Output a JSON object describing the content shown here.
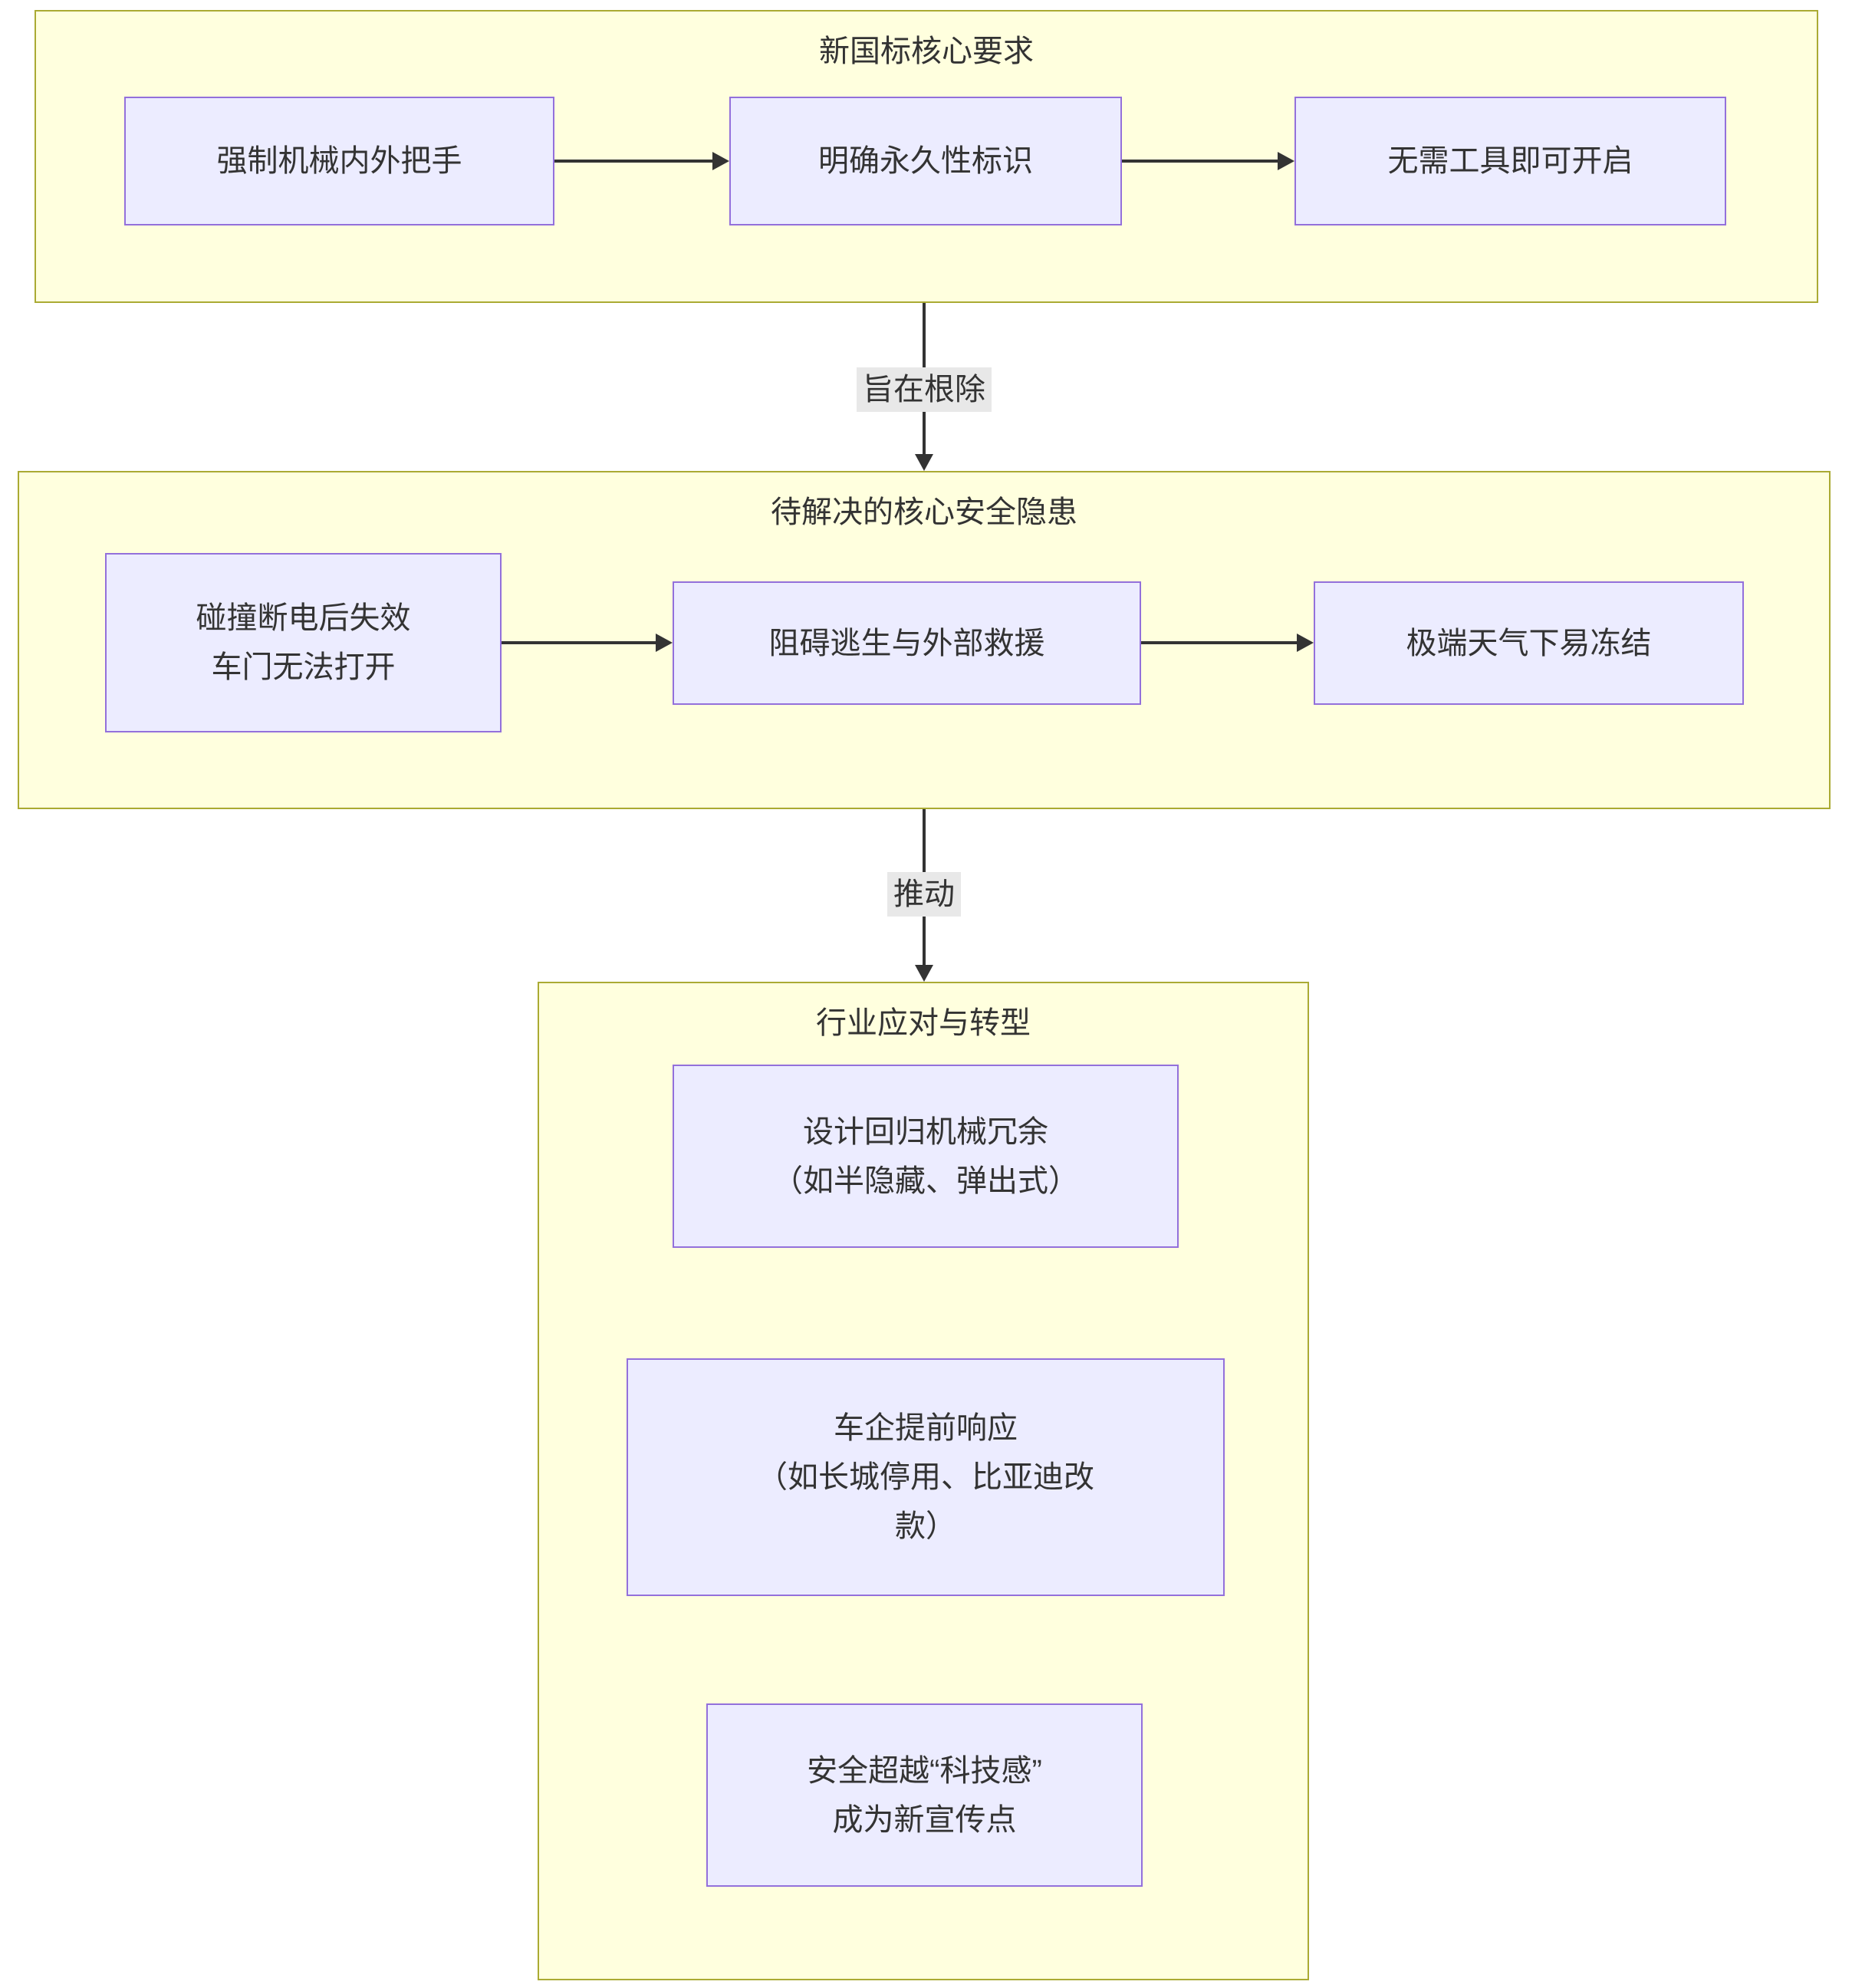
{
  "diagram": {
    "groups": [
      {
        "title": "新国标核心要求",
        "nodes": [
          {
            "text": "强制机械内外把手"
          },
          {
            "text": "明确永久性标识"
          },
          {
            "text": "无需工具即可开启"
          }
        ]
      },
      {
        "title": "待解决的核心安全隐患",
        "nodes": [
          {
            "text": "碰撞断电后失效\n车门无法打开"
          },
          {
            "text": "阻碍逃生与外部救援"
          },
          {
            "text": "极端天气下易冻结"
          }
        ]
      },
      {
        "title": "行业应对与转型",
        "nodes": [
          {
            "text": "设计回归机械冗余\n（如半隐藏、弹出式）"
          },
          {
            "text": "车企提前响应\n（如长城停用、比亚迪改\n款）"
          },
          {
            "text": "安全超越“科技感”\n成为新宣传点"
          }
        ]
      }
    ],
    "edge_labels": [
      {
        "text": "旨在根除"
      },
      {
        "text": "推动"
      }
    ],
    "colors": {
      "group_fill": "#ffffde",
      "group_border": "#aaaa33",
      "node_fill": "#ececff",
      "node_border": "#9370db",
      "arrow": "#333333",
      "edge_label_bg": "#e8e8e8",
      "text": "#333333"
    }
  }
}
